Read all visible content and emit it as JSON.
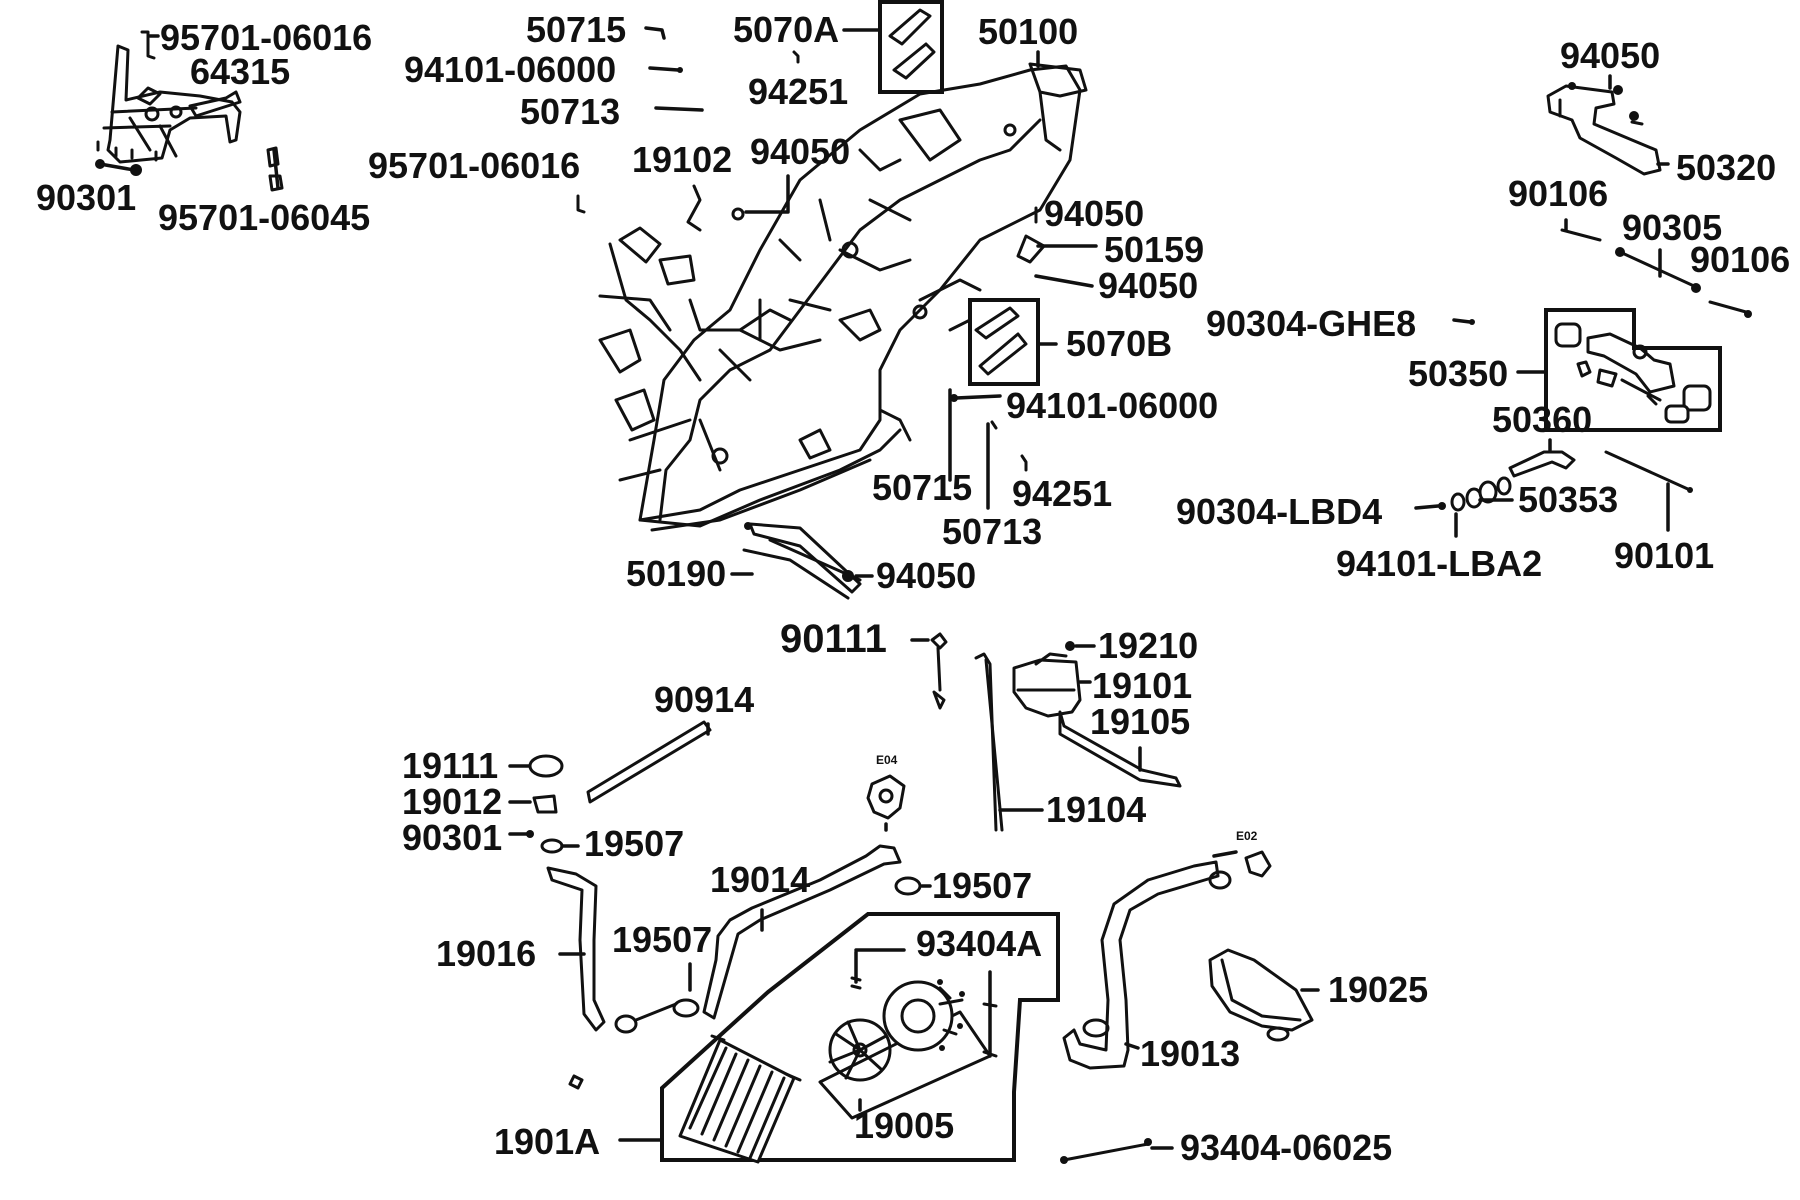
{
  "colors": {
    "ink": "#111111",
    "paper": "#ffffff"
  },
  "labels": {
    "p95701_06016_a": "95701-06016",
    "p64315": "64315",
    "p90301_a": "90301",
    "p95701_06045": "95701-06045",
    "p50715_a": "50715",
    "p94101_06000_a": "94101-06000",
    "p50713_a": "50713",
    "p5070A": "5070A",
    "p94251_a": "94251",
    "p50100": "50100",
    "p95701_06016_b": "95701-06016",
    "p19102": "19102",
    "p94050_a": "94050",
    "p94050_b": "94050",
    "p50159": "50159",
    "p94050_c": "94050",
    "p5070B": "5070B",
    "p94101_06000_b": "94101-06000",
    "p50715_b": "50715",
    "p94251_b": "94251",
    "p50713_b": "50713",
    "p50190": "50190",
    "p94050_d": "94050",
    "p94050_e": "94050",
    "p50320": "50320",
    "p90106_a": "90106",
    "p90305": "90305",
    "p90106_b": "90106",
    "p90304_GHE8": "90304-GHE8",
    "p50350": "50350",
    "p50360": "50360",
    "p90304_LBD4": "90304-LBD4",
    "p50353": "50353",
    "p94101_LBA2": "94101-LBA2",
    "p90101": "90101",
    "p90111": "90111",
    "p19210": "19210",
    "p19101": "19101",
    "p19105": "19105",
    "p90914": "90914",
    "p19104": "19104",
    "p19111": "19111",
    "p19012": "19012",
    "p90301_b": "90301",
    "p19507_a": "19507",
    "p19014": "19014",
    "p19507_b": "19507",
    "p19016": "19016",
    "p19507_c": "19507",
    "p93404A": "93404A",
    "p19025": "19025",
    "p19013": "19013",
    "p19005": "19005",
    "p1901A": "1901A",
    "p93404_06025": "93404-06025",
    "e04": "E04",
    "e02": "E02"
  }
}
